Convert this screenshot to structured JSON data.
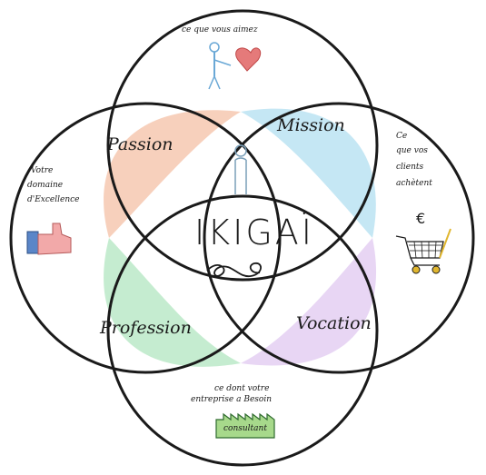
{
  "center": {
    "title": "IKIGAÏ"
  },
  "petals": {
    "passion": {
      "label": "Passion",
      "color": "#f6cbb5"
    },
    "mission": {
      "label": "Mission",
      "color": "#bfe4f3"
    },
    "profession": {
      "label": "Profession",
      "color": "#bfeacb"
    },
    "vocation": {
      "label": "Vocation",
      "color": "#e5d1f3"
    }
  },
  "circles": {
    "top": {
      "text": "ce que vous aimez",
      "icon": "person-with-heart-icon"
    },
    "left": {
      "line1": "Votre",
      "line2": "domaine",
      "line3": "d'Excellence",
      "icon": "thumbs-up-icon"
    },
    "right": {
      "line1": "Ce",
      "line2": "que vos",
      "line3": "clients",
      "line4": "achètent",
      "icon": "shopping-cart-euro-icon"
    },
    "bottom": {
      "line1": "ce dont votre",
      "line2": "entreprise a Besoin",
      "badge": "consultant",
      "icon": "factory-icon"
    }
  }
}
